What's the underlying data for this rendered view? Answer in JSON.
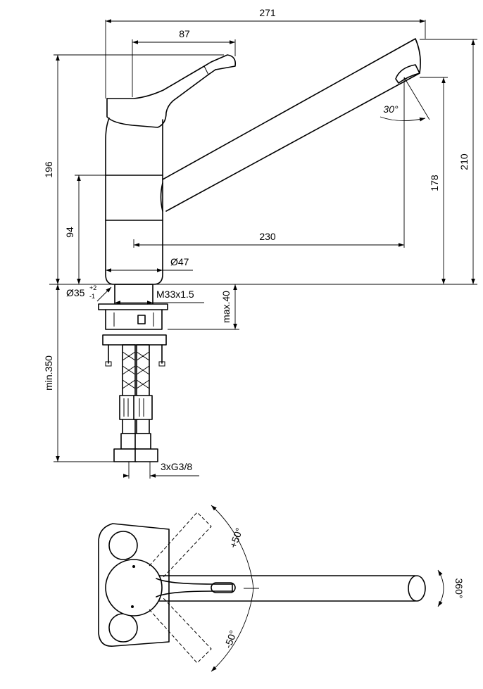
{
  "dimensions": {
    "total_width": "271",
    "lever_reach": "87",
    "height_total": "196",
    "body_height": "94",
    "spout_reach": "230",
    "body_diameter": "Ø47",
    "hole_diameter": "Ø35",
    "hole_tol_plus": "+2",
    "hole_tol_minus": "-1",
    "thread": "M33x1.5",
    "max_thickness": "max.40",
    "hose_length": "min.350",
    "connections": "3xG3/8",
    "spout_height_total": "210",
    "spout_height_outlet": "178",
    "spout_angle": "30°"
  },
  "rotation": {
    "positive": "+50°",
    "negative": "-50°",
    "aerator": "360°"
  }
}
